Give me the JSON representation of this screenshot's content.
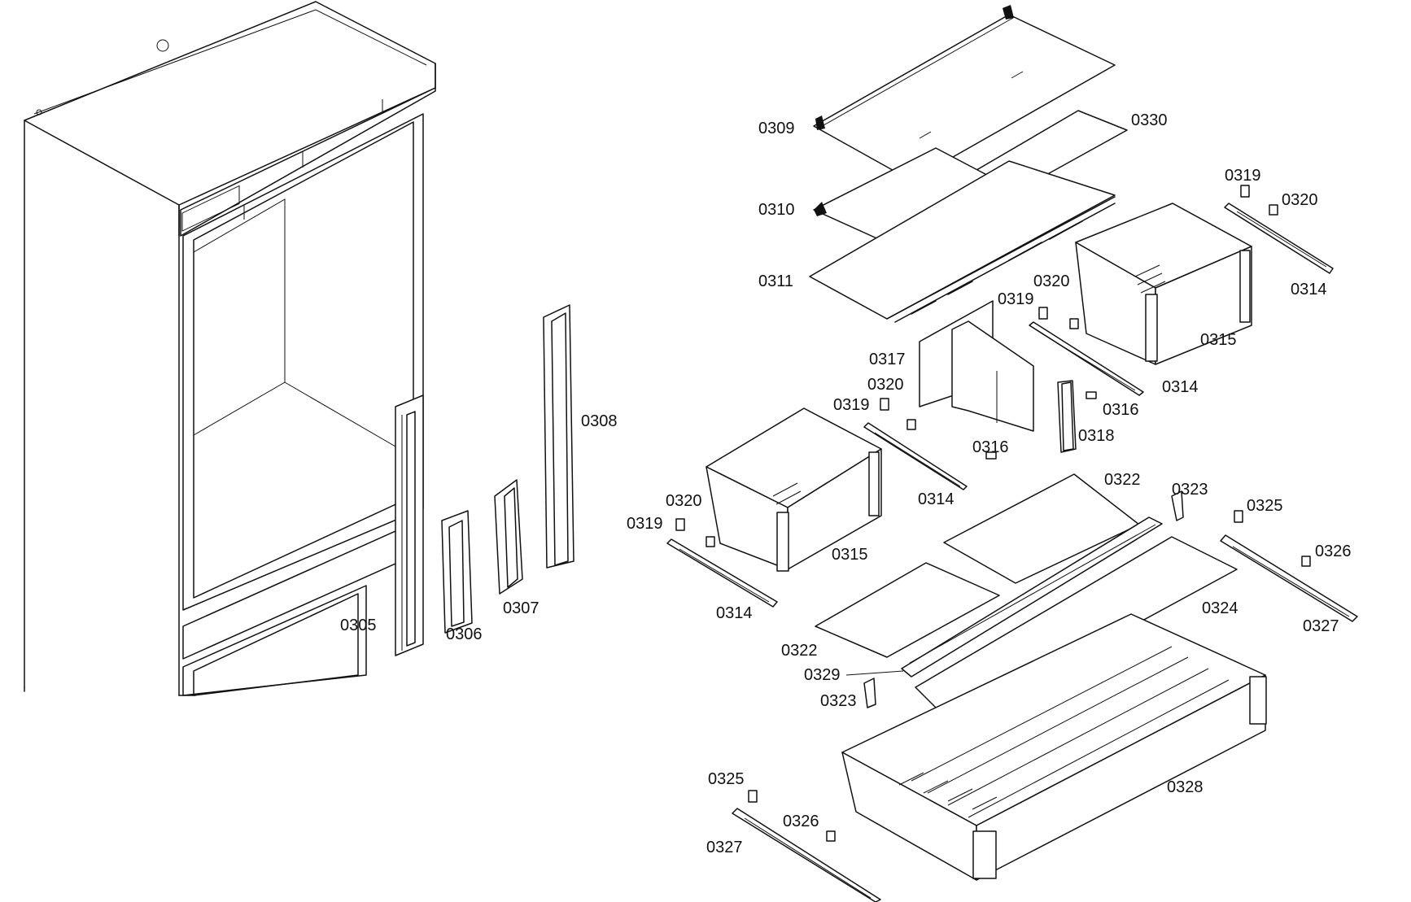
{
  "colors": {
    "line": "#111111",
    "background": "#ffffff"
  },
  "labels": {
    "p0305": "0305",
    "p0306": "0306",
    "p0307": "0307",
    "p0308": "0308",
    "p0309": "0309",
    "p0310": "0310",
    "p0311": "0311",
    "p0314": "0314",
    "p0315": "0315",
    "p0316": "0316",
    "p0317": "0317",
    "p0318": "0318",
    "p0319": "0319",
    "p0320": "0320",
    "p0322": "0322",
    "p0323": "0323",
    "p0324": "0324",
    "p0325": "0325",
    "p0326": "0326",
    "p0327": "0327",
    "p0328": "0328",
    "p0329": "0329",
    "p0330": "0330"
  }
}
